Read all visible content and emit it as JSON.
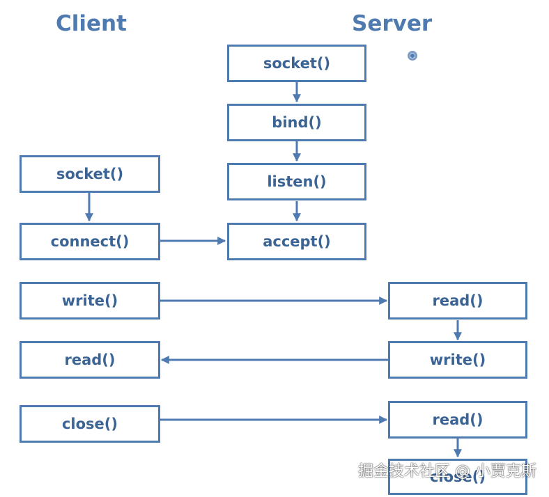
{
  "diagram": {
    "headings": {
      "client": "Client",
      "server": "Server"
    },
    "client_steps": {
      "socket": "socket()",
      "connect": "connect()",
      "write": "write()",
      "read": "read()",
      "close": "close()"
    },
    "server_steps": {
      "socket": "socket()",
      "bind": "bind()",
      "listen": "listen()",
      "accept": "accept()",
      "read_1": "read()",
      "write": "write()",
      "read_2": "read()",
      "close": "close()"
    },
    "colors": {
      "border": "#4f7ab0",
      "text": "#3b6494",
      "heading": "#4f7ab0"
    }
  },
  "watermark": "掘金技术社区 @ 小贾克斯"
}
